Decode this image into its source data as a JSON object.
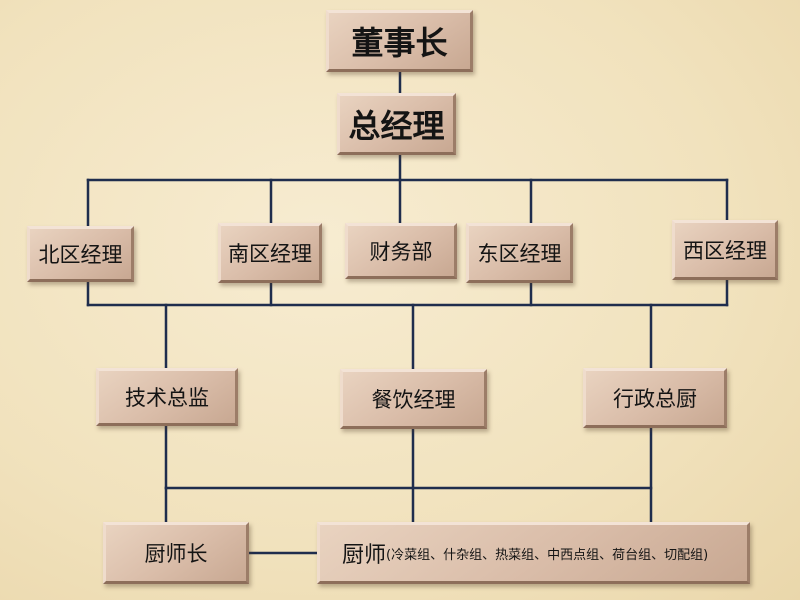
{
  "chart": {
    "chairman": "董事长",
    "general_manager": "总经理",
    "departments": {
      "north": "北区经理",
      "south": "南区经理",
      "finance": "财务部",
      "east": "东区经理",
      "west": "西区经理"
    },
    "directors": {
      "technical": "技术总监",
      "catering": "餐饮经理",
      "executive_chef": "行政总厨"
    },
    "head_chef": "厨师长",
    "chefs": {
      "title": "厨师",
      "groups": "(冷菜组、什杂组、热菜组、中西点组、荷台组、切配组)"
    }
  },
  "colors": {
    "background": "#f3e6c4",
    "box": "#d9bca8",
    "line": "#1f2d4d"
  }
}
